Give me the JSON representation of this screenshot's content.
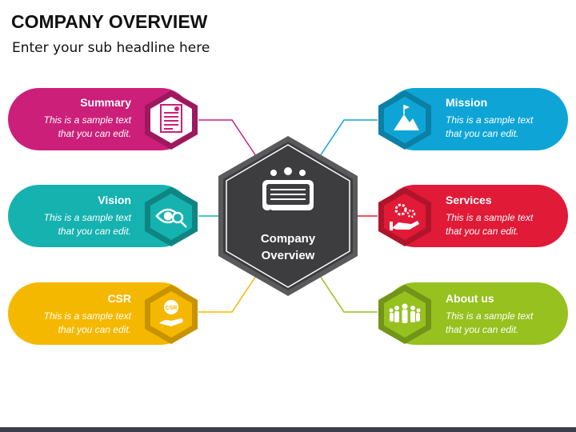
{
  "header": {
    "title": "COMPANY OVERVIEW",
    "subtitle": "Enter your sub headline here"
  },
  "center": {
    "line1": "Company",
    "line2": "Overview",
    "icon": "presentation-board-icon"
  },
  "cards": [
    {
      "id": "summary",
      "title": "Summary",
      "line1": "This is a sample text",
      "line2": "that you can edit.",
      "color": "#cc1f7a",
      "icon": "document-icon"
    },
    {
      "id": "vision",
      "title": "Vision",
      "line1": "This is a sample text",
      "line2": "that you can edit.",
      "color": "#15b2b0",
      "icon": "eye-search-icon"
    },
    {
      "id": "csr",
      "title": "CSR",
      "line1": "This is a sample text",
      "line2": "that you can edit.",
      "color": "#f5b800",
      "icon": "csr-hand-icon"
    },
    {
      "id": "mission",
      "title": "Mission",
      "line1": "This is a sample text",
      "line2": "that you can edit.",
      "color": "#0ea5d6",
      "icon": "mountain-flag-icon"
    },
    {
      "id": "services",
      "title": "Services",
      "line1": "This is a sample text",
      "line2": "that you can edit.",
      "color": "#e01a37",
      "icon": "gears-hand-icon"
    },
    {
      "id": "about",
      "title": "About us",
      "line1": "This is a sample text",
      "line2": "that you can edit.",
      "color": "#96c11f",
      "icon": "team-icon"
    }
  ],
  "colors": {
    "center_fill": "#3d3d3f",
    "center_border": "#5a5a5c"
  }
}
